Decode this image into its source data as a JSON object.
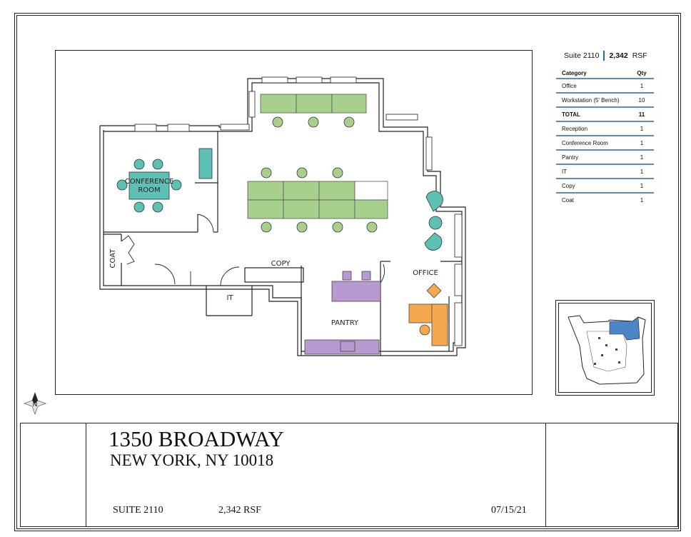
{
  "suite": {
    "name": "Suite 2110",
    "rsf_value": "2,342",
    "rsf_unit": "RSF"
  },
  "categories": {
    "header_category": "Category",
    "header_qty": "Qty",
    "rows": [
      {
        "label": "Office",
        "qty": "1"
      },
      {
        "label": "Workstation (5' Bench)",
        "qty": "10"
      },
      {
        "label": "TOTAL",
        "qty": "11"
      },
      {
        "label": "Reception",
        "qty": "1"
      },
      {
        "label": "Conference Room",
        "qty": "1"
      },
      {
        "label": "Pantry",
        "qty": "1"
      },
      {
        "label": "IT",
        "qty": "1"
      },
      {
        "label": "Copy",
        "qty": "1"
      },
      {
        "label": "Coat",
        "qty": "1"
      }
    ]
  },
  "plan": {
    "rooms": {
      "conference_line1": "CONFERENCE",
      "conference_line2": "ROOM",
      "coat": "COAT",
      "copy": "COPY",
      "it": "IT",
      "office": "OFFICE",
      "pantry": "PANTRY"
    },
    "colors": {
      "workstation": "#a8d08d",
      "conference": "#5cc0b5",
      "pantry": "#b89ad1",
      "office": "#f5a84e",
      "key_highlight": "#4a86c8"
    }
  },
  "north_label": "N",
  "title_block": {
    "address_line1": "1350 BROADWAY",
    "address_line2": "NEW YORK, NY 10018",
    "suite": "SUITE 2110",
    "rsf": "2,342  RSF",
    "date": "07/15/21"
  }
}
